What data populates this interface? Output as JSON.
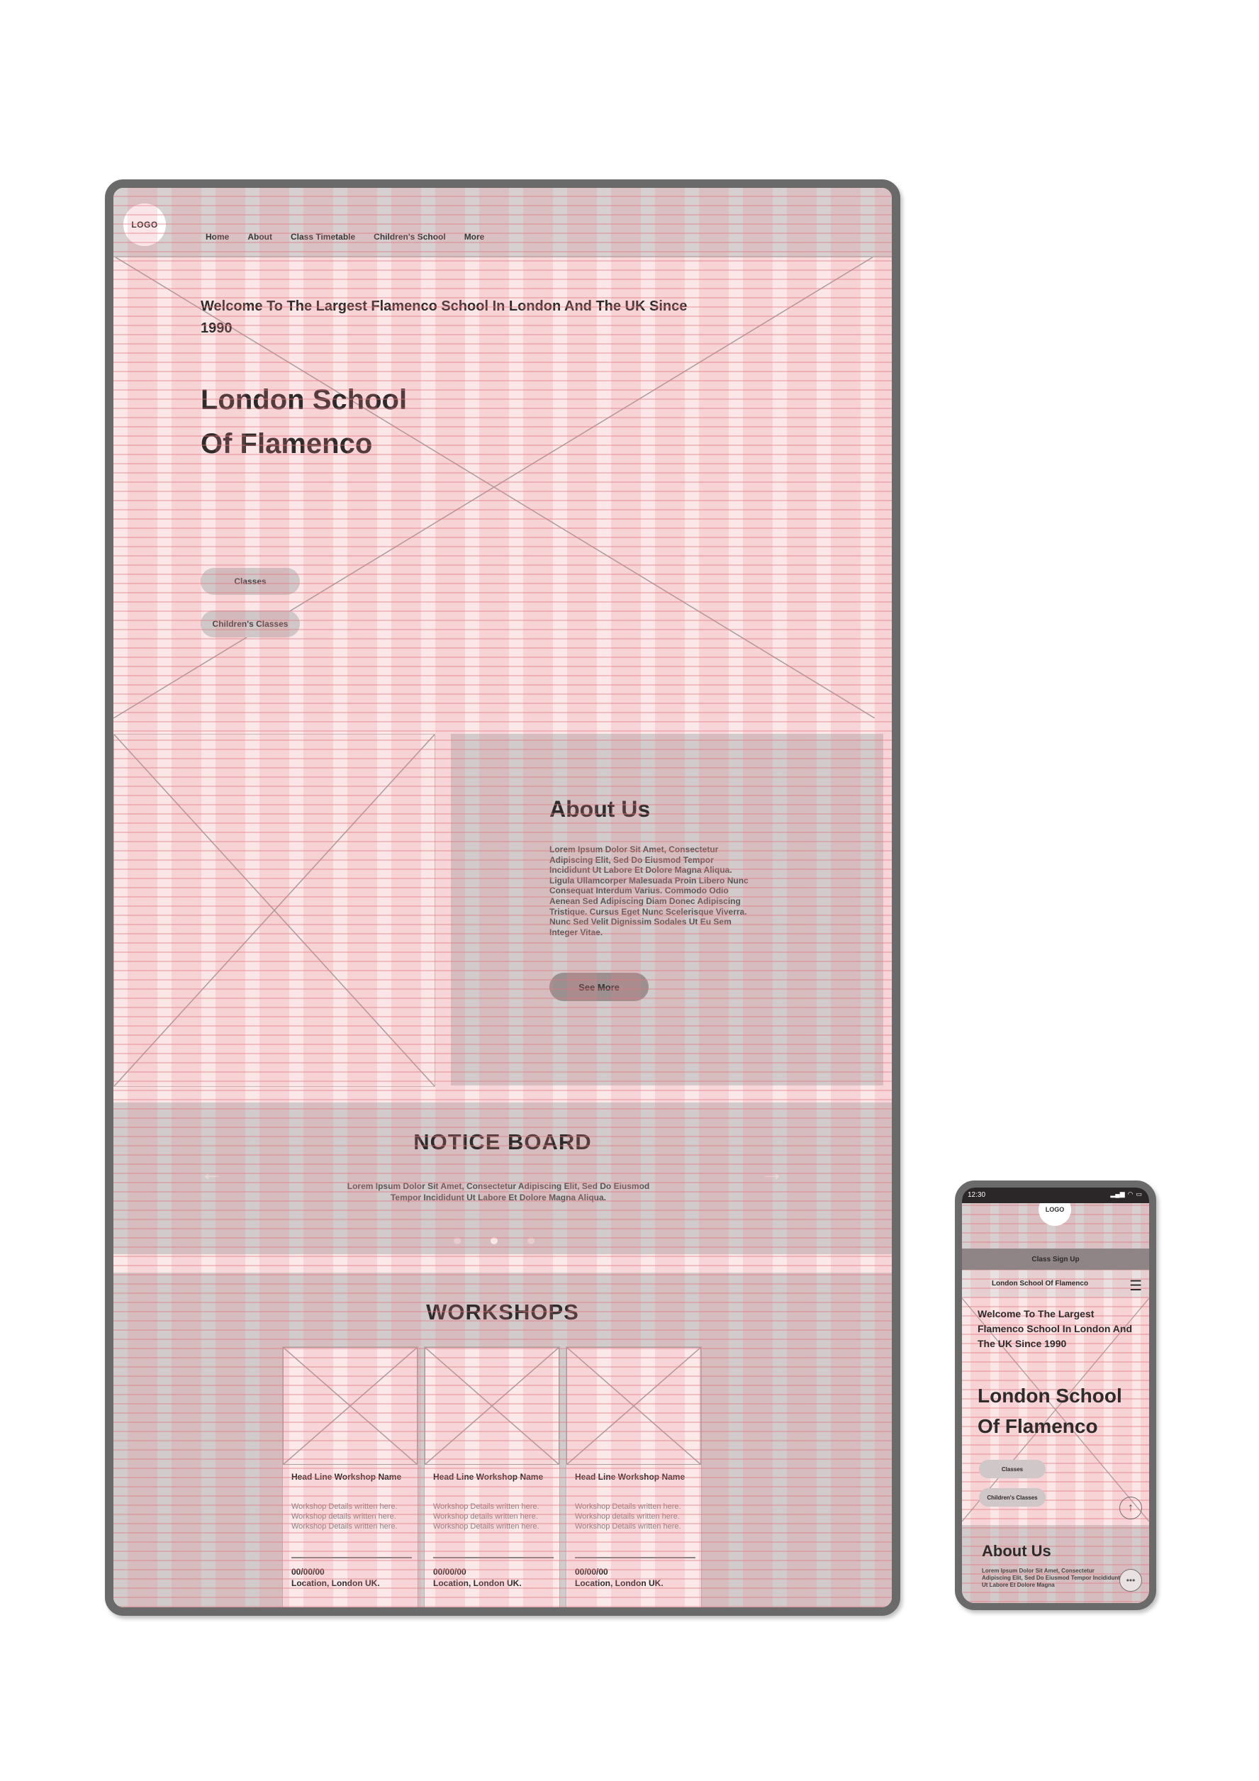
{
  "desktop": {
    "nav": {
      "logo": "LOGO",
      "items": [
        "Home",
        "About",
        "Class Timetable",
        "Children's School",
        "More"
      ]
    },
    "hero": {
      "welcome": "Welcome To The Largest Flamenco School In London And The UK Since 1990",
      "title_line1": "London School",
      "title_line2": "Of Flamenco",
      "button_classes": "Classes",
      "button_children": "Children's Classes"
    },
    "about": {
      "heading": "About Us",
      "text": "Lorem Ipsum Dolor Sit Amet, Consectetur Adipiscing Elit, Sed Do Eiusmod Tempor Incididunt Ut Labore Et Dolore Magna Aliqua. Ligula Ullamcorper Malesuada Proin Libero Nunc Consequat Interdum Varius. Commodo Odio Aenean Sed Adipiscing Diam Donec Adipiscing Tristique. Cursus Eget Nunc Scelerisque Viverra. Nunc Sed Velit Dignissim Sodales Ut Eu Sem Integer Vitae.",
      "button": "See More"
    },
    "notice": {
      "heading": "NOTICE BOARD",
      "text": "Lorem Ipsum Dolor Sit Amet, Consectetur Adipiscing Elit, Sed Do Eiusmod Tempor Incididunt Ut Labore Et Dolore Magna Aliqua.",
      "prev_icon": "←",
      "next_icon": "→"
    },
    "workshops": {
      "heading": "WORKSHOPS",
      "cards": [
        {
          "title": "Head Line Workshop Name",
          "description": "Workshop Details written here. Workshop details written here. Workshop Details written here.",
          "date": "00/00/00",
          "location": "Location, London UK."
        },
        {
          "title": "Head Line Workshop Name",
          "description": "Workshop Details written here. Workshop details written here. Workshop Details written here.",
          "date": "00/00/00",
          "location": "Location, London UK."
        },
        {
          "title": "Head Line Workshop Name",
          "description": "Workshop Details written here. Workshop details written here. Workshop Details written here.",
          "date": "00/00/00",
          "location": "Location, London UK."
        }
      ]
    }
  },
  "mobile": {
    "status": {
      "time": "12:30",
      "signal": "▂▄▆",
      "wifi": "◠",
      "battery": "▭"
    },
    "logo": "LOGO",
    "signup": "Class Sign Up",
    "bar_title": "London School Of Flamenco",
    "menu_icon": "☰",
    "hero": {
      "welcome": "Welcome To The Largest Flamenco School In London And The UK Since 1990",
      "title_line1": "London School",
      "title_line2": "Of Flamenco",
      "button_classes": "Classes",
      "button_children": "Children's Classes",
      "scroll_up_icon": "↑"
    },
    "about": {
      "heading": "About Us",
      "text": "Lorem Ipsum Dolor Sit Amet, Consectetur Adipiscing Elit, Sed Do Eiusmod Tempor Incididunt Ut Labore Et Dolore Magna",
      "more_icon": "•••"
    }
  }
}
